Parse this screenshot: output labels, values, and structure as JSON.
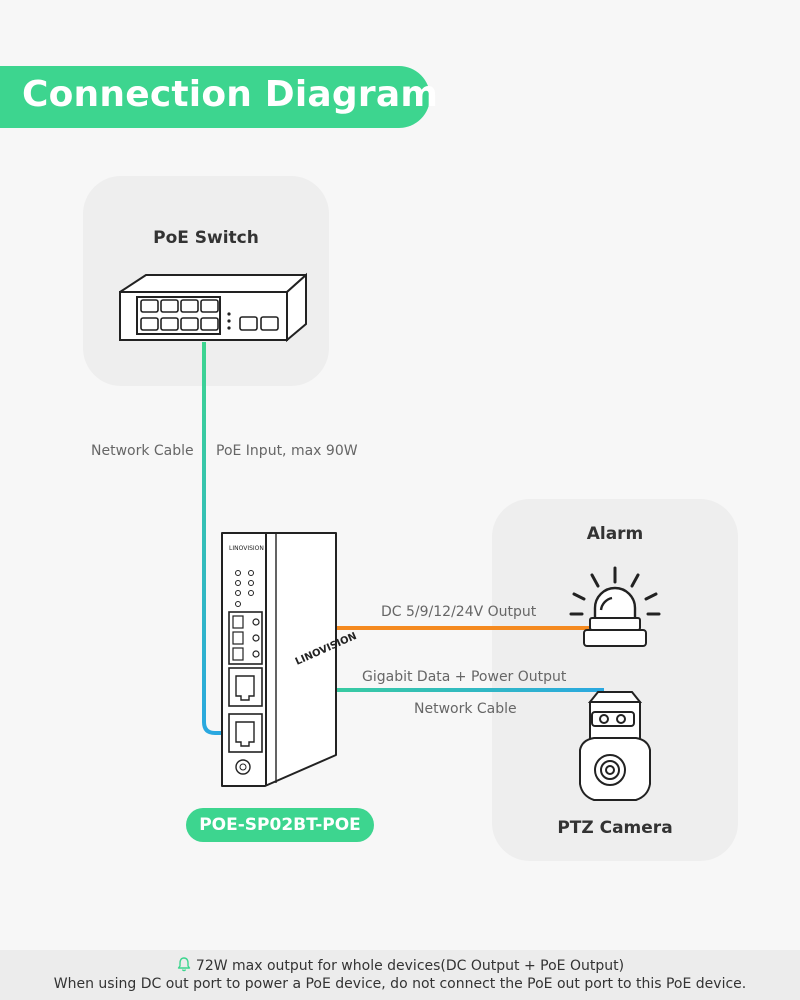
{
  "title": "Connection Diagram",
  "switch_card": {
    "title": "PoE Switch"
  },
  "target_card": {
    "alarm_title": "Alarm",
    "camera_title": "PTZ Camera"
  },
  "labels": {
    "network_cable_top": "Network Cable",
    "poe_input": "PoE Input, max 90W",
    "dc_output": "DC 5/9/12/24V Output",
    "gigabit_output": "Gigabit Data + Power Output",
    "network_cable_bottom": "Network Cable"
  },
  "device": {
    "model": "POE-SP02BT-POE",
    "brand": "LINOVISION"
  },
  "footer": {
    "line1": "72W max output for whole devices(DC Output + PoE Output)",
    "line2": "When using DC out port to power a PoE device, do not connect the PoE out port to this PoE device."
  },
  "colors": {
    "accent": "#3dd58f",
    "cable_green": "#3dd58f",
    "cable_blue": "#2aa8e0",
    "dc_cable": "#f58a1f",
    "card_bg": "#eeeeee"
  },
  "icons": [
    "poe-switch-icon",
    "splitter-device-icon",
    "alarm-icon",
    "ptz-camera-icon",
    "bell-icon"
  ]
}
